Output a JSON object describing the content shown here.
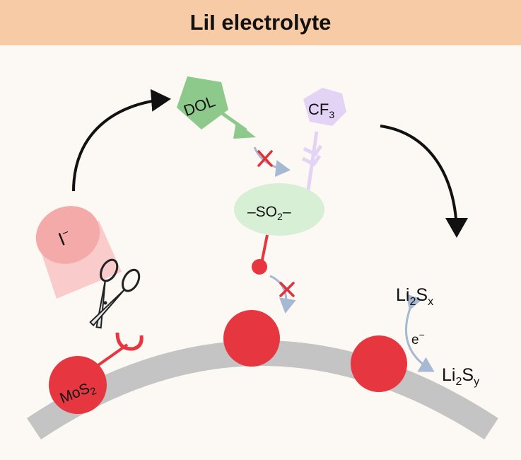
{
  "title": "LiI electrolyte",
  "labels": {
    "iodide": "I",
    "iodide_charge": "−",
    "dol": "DOL",
    "cf3_base": "CF",
    "cf3_sub": "3",
    "so2_left": "–SO",
    "so2_sub": "2",
    "so2_right": "–",
    "mos2_base": "MoS",
    "mos2_sub": "2",
    "li2sx_li": "Li",
    "li2sx_sub1": "2",
    "li2sx_s": "S",
    "li2sx_sub2": "x",
    "li2sy_li": "Li",
    "li2sy_sub1": "2",
    "li2sy_s": "S",
    "li2sy_sub2": "y",
    "electron": "e",
    "electron_charge": "−"
  },
  "colors": {
    "title_band": "#f8cba7",
    "background": "#fcf8f4",
    "red_sphere": "#e63741",
    "iodide_pink": "#f5aaaa",
    "dol_green": "#8cc98a",
    "cf3_lavender": "#e3d3f5",
    "so2_green": "#d7efd5",
    "substrate_gray": "#c4c4c4",
    "blocked_arrow": "#a7b8d3",
    "block_mark": "#e0323a"
  },
  "icons": [
    "scissors-icon",
    "block-x-icon"
  ]
}
